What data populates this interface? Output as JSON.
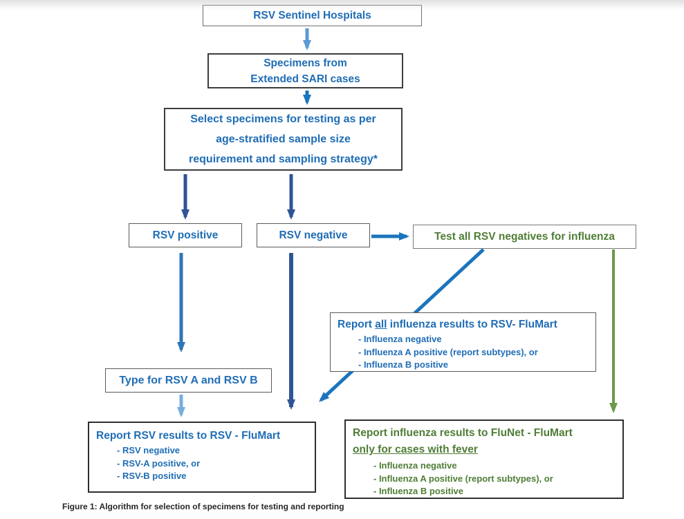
{
  "colors": {
    "blue_text": "#1F6DB5",
    "green_text": "#4E7D35",
    "arrow_light_blue": "#5B9BD5",
    "arrow_medium_blue": "#2E75B6",
    "arrow_dark_blue": "#2F5496",
    "arrow_bright_blue": "#1B74BE",
    "arrow_pale_blue": "#78AEDD",
    "arrow_green": "#6C9A4A"
  },
  "nodes": {
    "sentinel": {
      "label": "RSV Sentinel Hospitals"
    },
    "specimens": {
      "lines": [
        "Specimens from",
        "Extended SARI cases"
      ]
    },
    "select": {
      "lines": [
        "Select specimens for testing as per",
        "age-stratified sample size",
        "requirement and sampling strategy*"
      ]
    },
    "rsv_positive": {
      "label": "RSV positive"
    },
    "rsv_negative": {
      "label": "RSV negative"
    },
    "test_negatives": {
      "label": "Test all RSV negatives for influenza"
    },
    "type_rsv": {
      "label": "Type for RSV A and RSV B"
    },
    "report_flumart": {
      "title_prefix": "Report ",
      "title_underline": "all",
      "title_suffix": " influenza results to RSV- FluMart",
      "items": [
        "- Influenza negative",
        "- Influenza A positive (report subtypes), or",
        "- Influenza B positive"
      ]
    },
    "report_rsv": {
      "title": "Report RSV results to RSV - FluMart",
      "items": [
        "- RSV negative",
        "- RSV-A positive, or",
        "- RSV-B positive"
      ]
    },
    "report_flunet": {
      "title_line1": "Report influenza results to FluNet - FluMart",
      "title_line2": "only for cases with fever",
      "items": [
        "- Influenza negative",
        "- Influenza A positive (report subtypes), or",
        "- Influenza B positive"
      ]
    }
  },
  "figure": {
    "caption": "Figure 1: Algorithm for selection of specimens for testing and reporting"
  }
}
